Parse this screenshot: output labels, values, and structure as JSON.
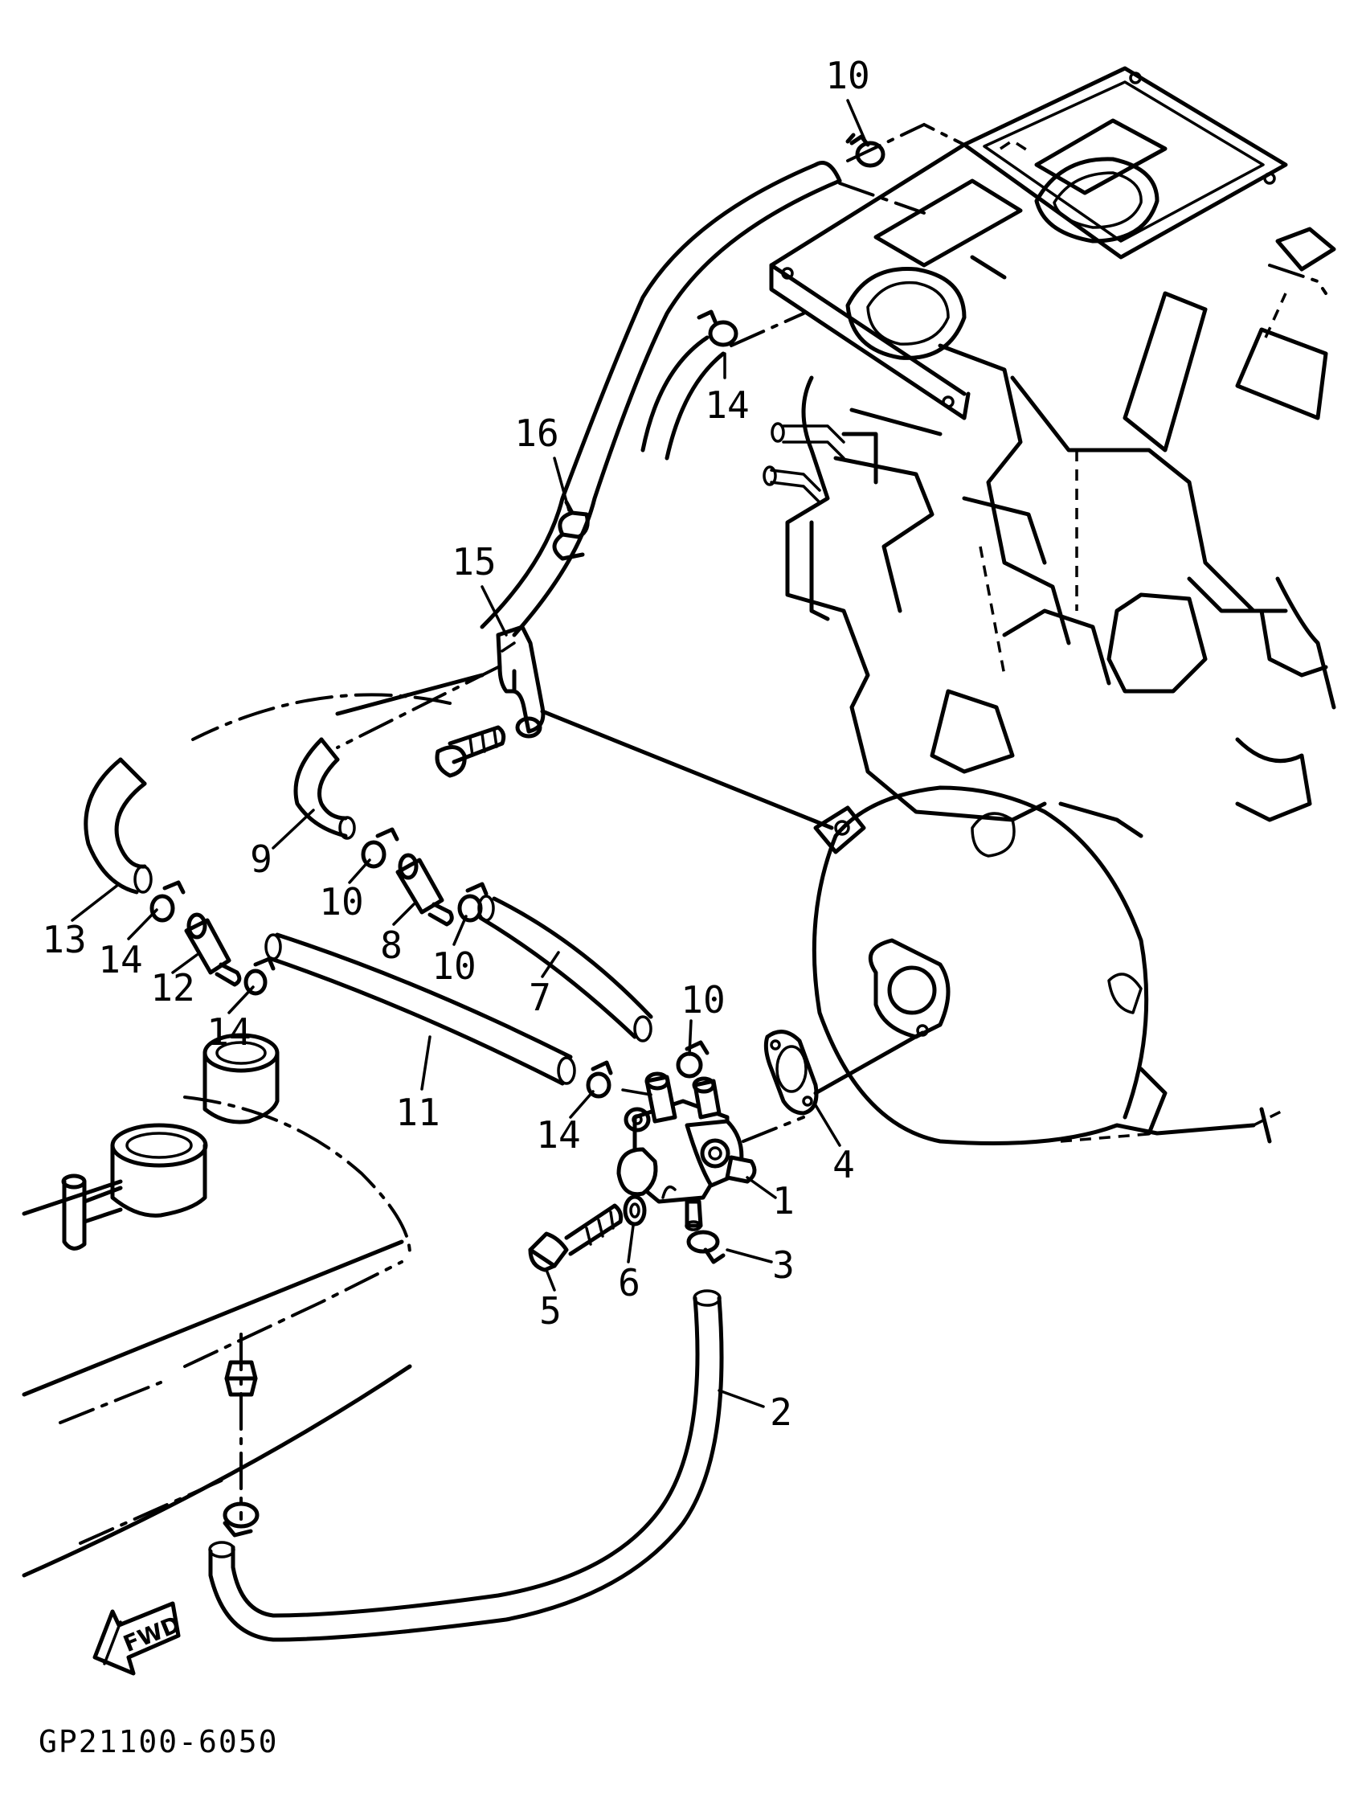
{
  "diagram": {
    "reference_code": "GP21100-6050",
    "direction_arrow_label": "FWD",
    "callouts": [
      {
        "id": "c10a",
        "label": "10"
      },
      {
        "id": "c14a",
        "label": "14"
      },
      {
        "id": "c16",
        "label": "16"
      },
      {
        "id": "c15",
        "label": "15"
      },
      {
        "id": "c9",
        "label": "9"
      },
      {
        "id": "c13",
        "label": "13"
      },
      {
        "id": "c14b",
        "label": "14"
      },
      {
        "id": "c12",
        "label": "12"
      },
      {
        "id": "c14c",
        "label": "14"
      },
      {
        "id": "c10b",
        "label": "10"
      },
      {
        "id": "c8",
        "label": "8"
      },
      {
        "id": "c10c",
        "label": "10"
      },
      {
        "id": "c7",
        "label": "7"
      },
      {
        "id": "c10d",
        "label": "10"
      },
      {
        "id": "c11",
        "label": "11"
      },
      {
        "id": "c14d",
        "label": "14"
      },
      {
        "id": "c4",
        "label": "4"
      },
      {
        "id": "c1",
        "label": "1"
      },
      {
        "id": "c3",
        "label": "3"
      },
      {
        "id": "c6",
        "label": "6"
      },
      {
        "id": "c5",
        "label": "5"
      },
      {
        "id": "c2",
        "label": "2"
      }
    ]
  }
}
